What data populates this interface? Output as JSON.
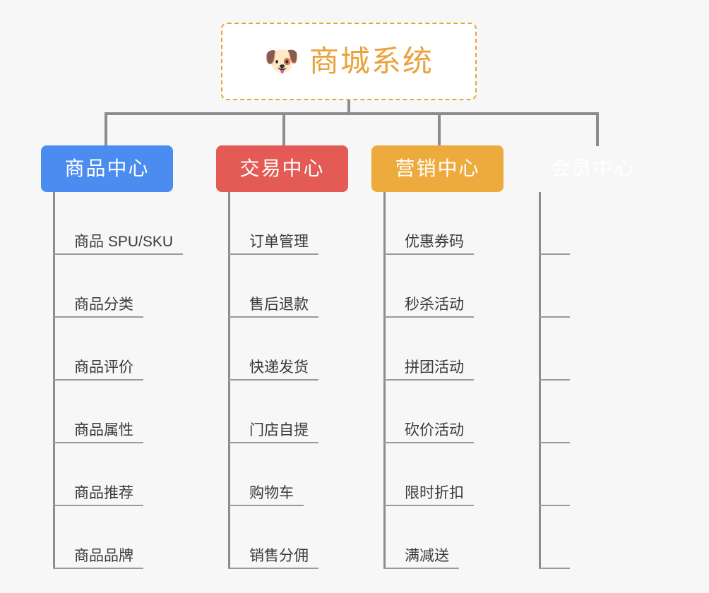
{
  "page": {
    "background_color": "#f7f7f7",
    "line_color": "#8c8c8c"
  },
  "root": {
    "icon": "shiba-dog-face-emoji",
    "emoji": "🐶",
    "title": "商城系统",
    "accent_color": "#eaa33c",
    "border_style": "dashed"
  },
  "branches": [
    {
      "id": "product-center",
      "label": "商品中心",
      "color": "#4a8cf0",
      "items": [
        "商品 SPU/SKU",
        "商品分类",
        "商品评价",
        "商品属性",
        "商品推荐",
        "商品品牌"
      ]
    },
    {
      "id": "trade-center",
      "label": "交易中心",
      "color": "#e45b55",
      "items": [
        "订单管理",
        "售后退款",
        "快递发货",
        "门店自提",
        "购物车",
        "销售分佣"
      ]
    },
    {
      "id": "marketing-center",
      "label": "营销中心",
      "color": "#eeab3d",
      "items": [
        "优惠券码",
        "秒杀活动",
        "拼团活动",
        "砍价活动",
        "限时折扣",
        "满减送"
      ]
    },
    {
      "id": "member-center",
      "label": "会员中心",
      "color": "#7cc councils"
    }
  ]
}
